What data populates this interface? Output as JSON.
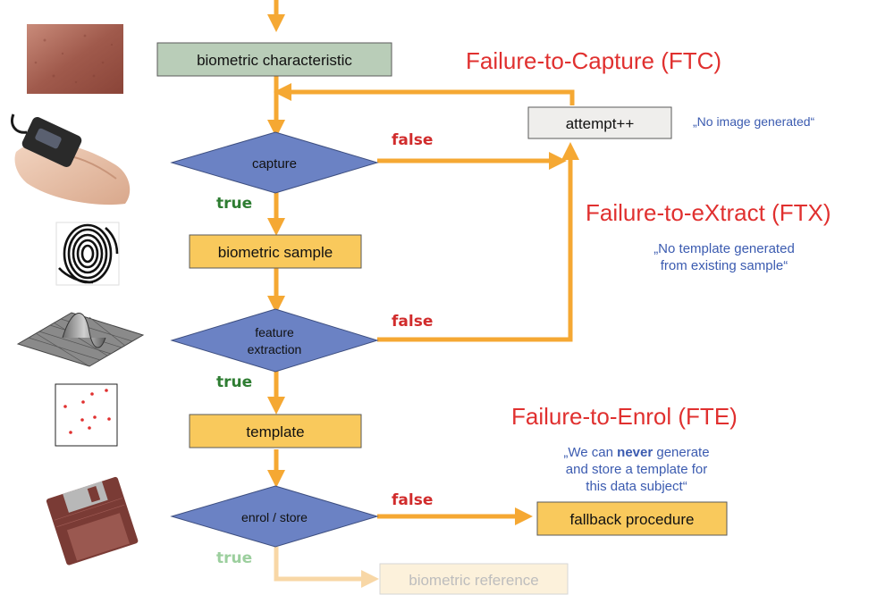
{
  "flow": {
    "biometric_characteristic": "biometric characteristic",
    "attempt": "attempt++",
    "capture": "capture",
    "biometric_sample": "biometric sample",
    "feature_extraction_line1": "feature",
    "feature_extraction_line2": "extraction",
    "template": "template",
    "enrol_store": "enrol / store",
    "fallback_procedure": "fallback procedure",
    "biometric_reference": "biometric reference"
  },
  "branches": {
    "true_label": "true",
    "false_label": "false"
  },
  "failures": {
    "ftc": {
      "title": "Failure-to-Capture (FTC)",
      "note": "„No image generated“"
    },
    "ftx": {
      "title": "Failure-to-eXtract (FTX)",
      "note_line1": "„No template generated",
      "note_line2": "from existing sample“"
    },
    "fte": {
      "title": "Failure-to-Enrol (FTE)",
      "note_line1_pre": "„We can ",
      "note_line1_bold": "never",
      "note_line1_post": " generate",
      "note_line2": "and store a template for",
      "note_line3": "this data subject“"
    }
  },
  "colors": {
    "arrow": "#f5a833",
    "arrow_faded": "#f8d7a6",
    "start_box": "#b9cdb8",
    "process_box": "#f9c95c",
    "diamond": "#6b82c4",
    "attempt_box": "#efeeec",
    "failure_title": "#e0302f",
    "note_text": "#3b5bb0",
    "true_text": "#2e7d32",
    "false_text": "#d12c2c"
  },
  "icons": [
    "skin-texture-icon",
    "fingerprint-scanner-icon",
    "fingerprint-icon",
    "wave-surface-icon",
    "minutiae-points-icon",
    "floppy-disk-icon"
  ]
}
